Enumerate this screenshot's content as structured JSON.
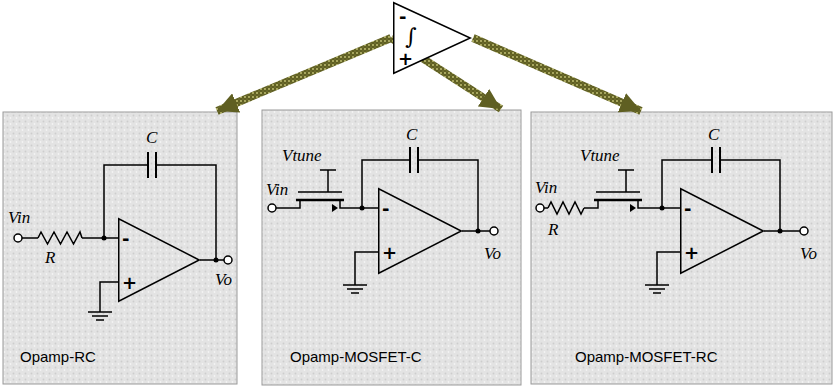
{
  "diagram": {
    "nodes": [
      {
        "text": [
          "-",
          "∫",
          "+"
        ]
      },
      {
        "text": [
          "Vin",
          "R",
          "C",
          "Vo",
          "Opamp-RC"
        ]
      },
      {
        "text": [
          "-",
          "+"
        ],
        "in": 1
      },
      {
        "text": [
          "Vin",
          "Vtune",
          "C",
          "Vo",
          "Opamp-MOSFET-C"
        ]
      },
      {
        "text": [
          "-",
          "+"
        ],
        "in": 3
      },
      {
        "text": [
          "Vin",
          "R",
          "Vtune",
          "C",
          "Vo",
          "Opamp-MOSFET-RC"
        ]
      },
      {
        "text": [
          "-",
          "+"
        ],
        "in": 5
      }
    ],
    "edges": [
      {
        "from": 0,
        "to": 1,
        "arrow": "to"
      },
      {
        "from": 0,
        "to": 3,
        "arrow": "to"
      },
      {
        "from": 0,
        "to": 5,
        "arrow": "to"
      }
    ]
  }
}
